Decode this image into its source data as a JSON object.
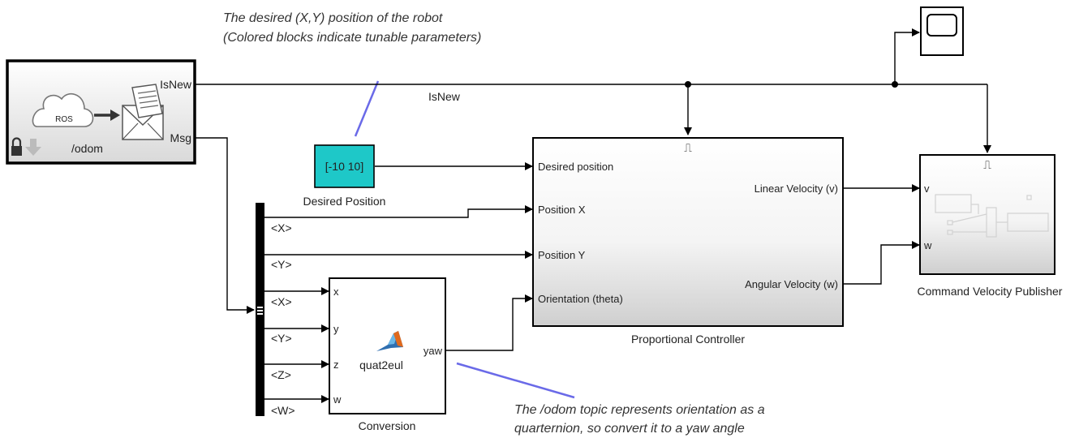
{
  "annotations": {
    "top_line1": "The desired (X,Y) position of the robot",
    "top_line2": "(Colored blocks indicate tunable parameters)",
    "bottom_line1": "The /odom topic represents orientation as a",
    "bottom_line2": "quarternion, so convert it to a yaw angle"
  },
  "subscriber": {
    "cloud_text": "ROS",
    "topic": "/odom",
    "port_isnew": "IsNew",
    "port_msg": "Msg"
  },
  "signal_label_isnew": "IsNew",
  "constant": {
    "value": "[-10 10]",
    "name": "Desired Position",
    "color": "#1ec8c8"
  },
  "bus_selector": {
    "outputs": [
      "<X>",
      "<Y>",
      "<X>",
      "<Y>",
      "<Z>",
      "<W>"
    ]
  },
  "conversion": {
    "name": "Conversion",
    "function": "quat2eul",
    "inputs": [
      "x",
      "y",
      "z",
      "w"
    ],
    "output": "yaw"
  },
  "controller": {
    "name": "Proportional Controller",
    "inputs": [
      "Desired position",
      "Position X",
      "Position Y",
      "Orientation (theta)"
    ],
    "outputs": [
      "Linear Velocity (v)",
      "Angular Velocity (w)"
    ],
    "trigger_symbol": "⎍"
  },
  "publisher": {
    "name": "Command Velocity Publisher",
    "inputs": [
      "v",
      "w"
    ],
    "trigger_symbol": "⎍"
  },
  "scope": {
    "icon": "scope-icon"
  }
}
